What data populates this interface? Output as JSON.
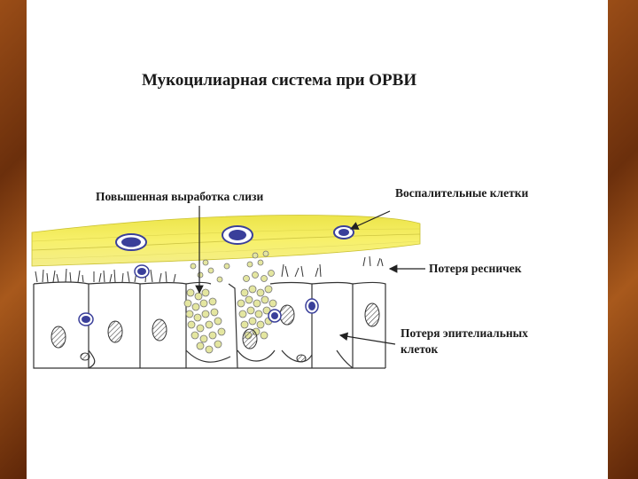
{
  "title": "Мукоцилиарная система при ОРВИ",
  "labels": {
    "mucus": "Повышенная выработка слизи",
    "inflammatory": "Воспалительные клетки",
    "cilia_loss": "Потеря ресничек",
    "epithelial_loss_line1": "Потеря эпителиальных",
    "epithelial_loss_line2": "клеток"
  },
  "colors": {
    "frame": "#7a3a12",
    "mucus_layer": "#f2ec4a",
    "mucus_granules": "#e4e6a0",
    "inflammatory_cell": "#3a3f9a",
    "outline": "#333333"
  }
}
